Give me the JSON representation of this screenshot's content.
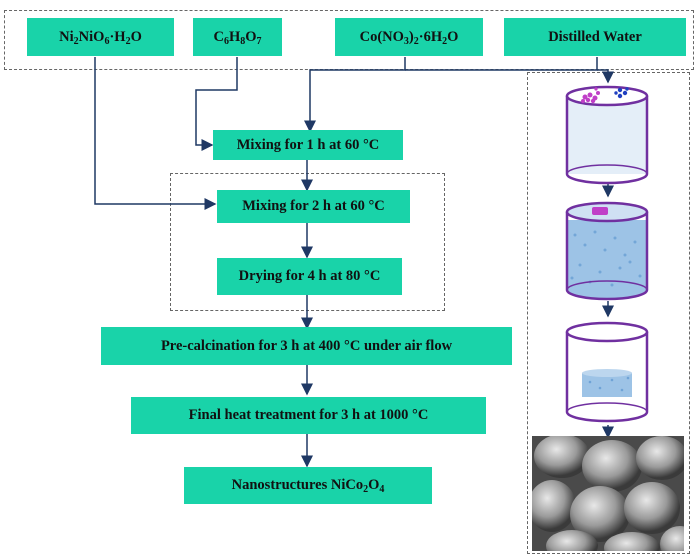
{
  "diagram": {
    "title": "Synthesis flowchart of NiCo2O4 nanostructures",
    "reagents": [
      {
        "id": "ni",
        "formula_parts": [
          "Ni",
          "2",
          "NiO",
          "6",
          "·H",
          "2",
          "O"
        ],
        "label": "Ni2NiO6·H2O"
      },
      {
        "id": "citric",
        "formula_parts": [
          "C",
          "6",
          "H",
          "8",
          "O",
          "7"
        ],
        "label": "C6H8O7"
      },
      {
        "id": "cobalt",
        "formula_parts": [
          "Co(NO",
          "3",
          ")",
          "2",
          "·6H",
          "2",
          "O"
        ],
        "label": "Co(NO3)2·6H2O"
      },
      {
        "id": "water",
        "label": "Distilled Water"
      }
    ],
    "steps": [
      {
        "id": "mix1",
        "label": "Mixing for 1 h at 60 °C"
      },
      {
        "id": "mix2",
        "label": "Mixing for 2 h at 60 °C"
      },
      {
        "id": "dry",
        "label": "Drying for 4 h at 80 °C"
      },
      {
        "id": "precalc",
        "label": "Pre-calcination for 3 h at 400 °C under air flow"
      },
      {
        "id": "final",
        "label": "Final heat treatment for 3 h at 1000 °C"
      },
      {
        "id": "product",
        "label": "Nanostructures NiCo",
        "sub": "2",
        "tail": "O",
        "sub2": "4"
      }
    ],
    "colors": {
      "box_fill": "#19d3a9",
      "arrow": "#1f3864",
      "beaker_outline": "#7030a0",
      "solution": "#9dc3e6"
    },
    "side_panel": {
      "stages": [
        "beaker-with-reagents",
        "beaker-with-solution",
        "beaker-with-dried-gel",
        "sem-micrograph"
      ]
    }
  }
}
